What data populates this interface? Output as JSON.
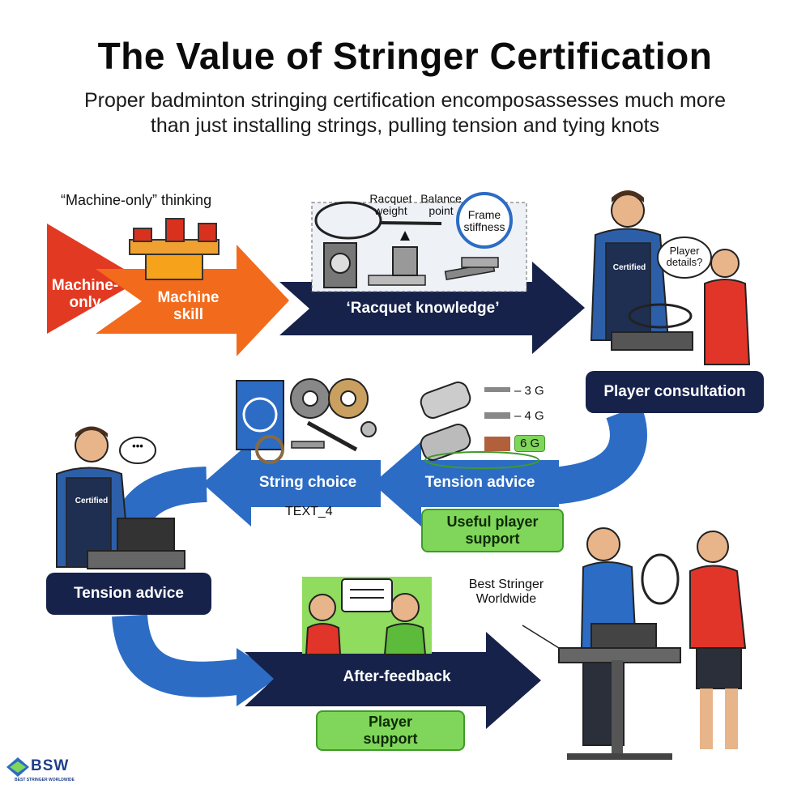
{
  "title": "The Value of Stringer Certification",
  "subtitle_line1": "Proper badminton stringing  certification encomposassesses much more",
  "subtitle_line2": "than just installing strings, pulling tension and tying knots",
  "machine_only_thinking": "“Machine-only” thinking",
  "machine_only_line1": "Machine-",
  "machine_only_line2": "only",
  "machine_skill_line1": "Machine",
  "machine_skill_line2": "skill",
  "racquet_knowledge": "‘Racquet knowledge’",
  "racquet_weight_line1": "Racquet",
  "racquet_weight_line2": "weight",
  "balance_point_line1": "Balance",
  "balance_point_line2": "point",
  "frame_stiffness_line1": "Frame",
  "frame_stiffness_line2": "stiffness",
  "certified_badge": "Certified",
  "player_details_line1": "Player",
  "player_details_line2": "details?",
  "player_consultation": "Player consultation",
  "tension_labels": [
    "– 3 G",
    "– 4 G",
    "6 G"
  ],
  "string_choice": "String choice",
  "tension_advice_arrow": "Tension advice",
  "text_placeholder": "TEXT_4",
  "useful_support_line1": "Useful player",
  "useful_support_line2": "support",
  "speech_dots": "•••",
  "tension_advice_box": "Tension advice",
  "after_feedback": "After-feedback",
  "player_support_line1": "Player",
  "player_support_line2": "support",
  "best_stringer_line1": "Best Stringer",
  "best_stringer_line2": "Worldwide",
  "logo_text": "BSW",
  "logo_sub": "BEST STRINGER WORLDWIDE",
  "colors": {
    "navy": "#16224a",
    "blue": "#2c6cc4",
    "red": "#e23a22",
    "orange": "#f26a1b",
    "green": "#7fd65a"
  }
}
